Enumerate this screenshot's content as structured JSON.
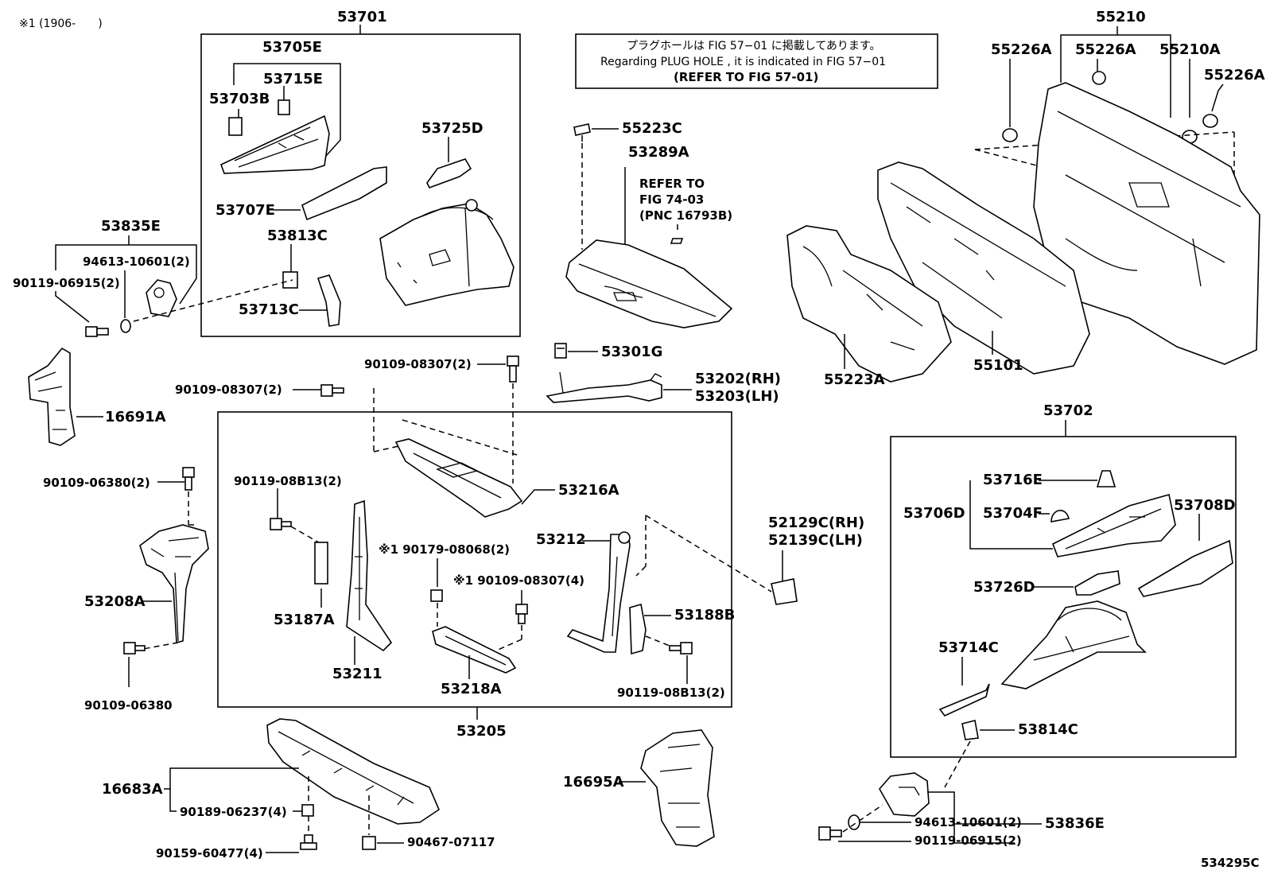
{
  "header_note": "※1 (1906-　　)",
  "footer_code": "534295C",
  "refer_box": {
    "line1": "プラグホールは FIG 57−01 に掲載してあります。",
    "line2": "Regarding  PLUG  HOLE , it is indicated in  FIG  57−01",
    "line3": "(REFER  TO  FIG  57-01)"
  },
  "refer_note": {
    "line1": "REFER  TO",
    "line2": "FIG  74-03",
    "line3": "(PNC  16793B)"
  },
  "parts": {
    "p53701": "53701",
    "p53705E": "53705E",
    "p53715E": "53715E",
    "p53703B": "53703B",
    "p53725D": "53725D",
    "p53707E": "53707E",
    "p53813C": "53813C",
    "p53713C": "53713C",
    "p53835E": "53835E",
    "p94613_a": "94613-10601(2)",
    "p90119_a": "90119-06915(2)",
    "p16691A": "16691A",
    "p55223C": "55223C",
    "p53289A": "53289A",
    "p53301G": "53301G",
    "p53202": "53202(RH)",
    "p53203": "53203(LH)",
    "p90109_08307_a": "90109-08307(2)",
    "p90109_08307_b": "90109-08307(2)",
    "p53216A": "53216A",
    "p90119_08B13_a": "90119-08B13(2)",
    "p53187A": "53187A",
    "p53211": "53211",
    "p53212": "53212",
    "p90179": "※1 90179-08068(2)",
    "p90109_08307_c": "※1 90109-08307(4)",
    "p53218A": "53218A",
    "p53188B": "53188B",
    "p90119_08B13_b": "90119-08B13(2)",
    "p53205": "53205",
    "p52129C": "52129C(RH)",
    "p52139C": "52139C(LH)",
    "p90109_06380_a": "90109-06380(2)",
    "p53208A": "53208A",
    "p90109_06380_b": "90109-06380",
    "p16683A": "16683A",
    "p90189": "90189-06237(4)",
    "p90159": "90159-60477(4)",
    "p90467": "90467-07117",
    "p16695A": "16695A",
    "p55210": "55210",
    "p55226A_a": "55226A",
    "p55226A_b": "55226A",
    "p55210A": "55210A",
    "p55226A_c": "55226A",
    "p55223A": "55223A",
    "p55101": "55101",
    "p53702": "53702",
    "p53716E": "53716E",
    "p53706D": "53706D",
    "p53704F": "53704F",
    "p53708D": "53708D",
    "p53726D": "53726D",
    "p53714C": "53714C",
    "p53814C": "53814C",
    "p94613_b": "94613-10601(2)",
    "p90119_b": "90119-06915(2)",
    "p53836E": "53836E"
  }
}
